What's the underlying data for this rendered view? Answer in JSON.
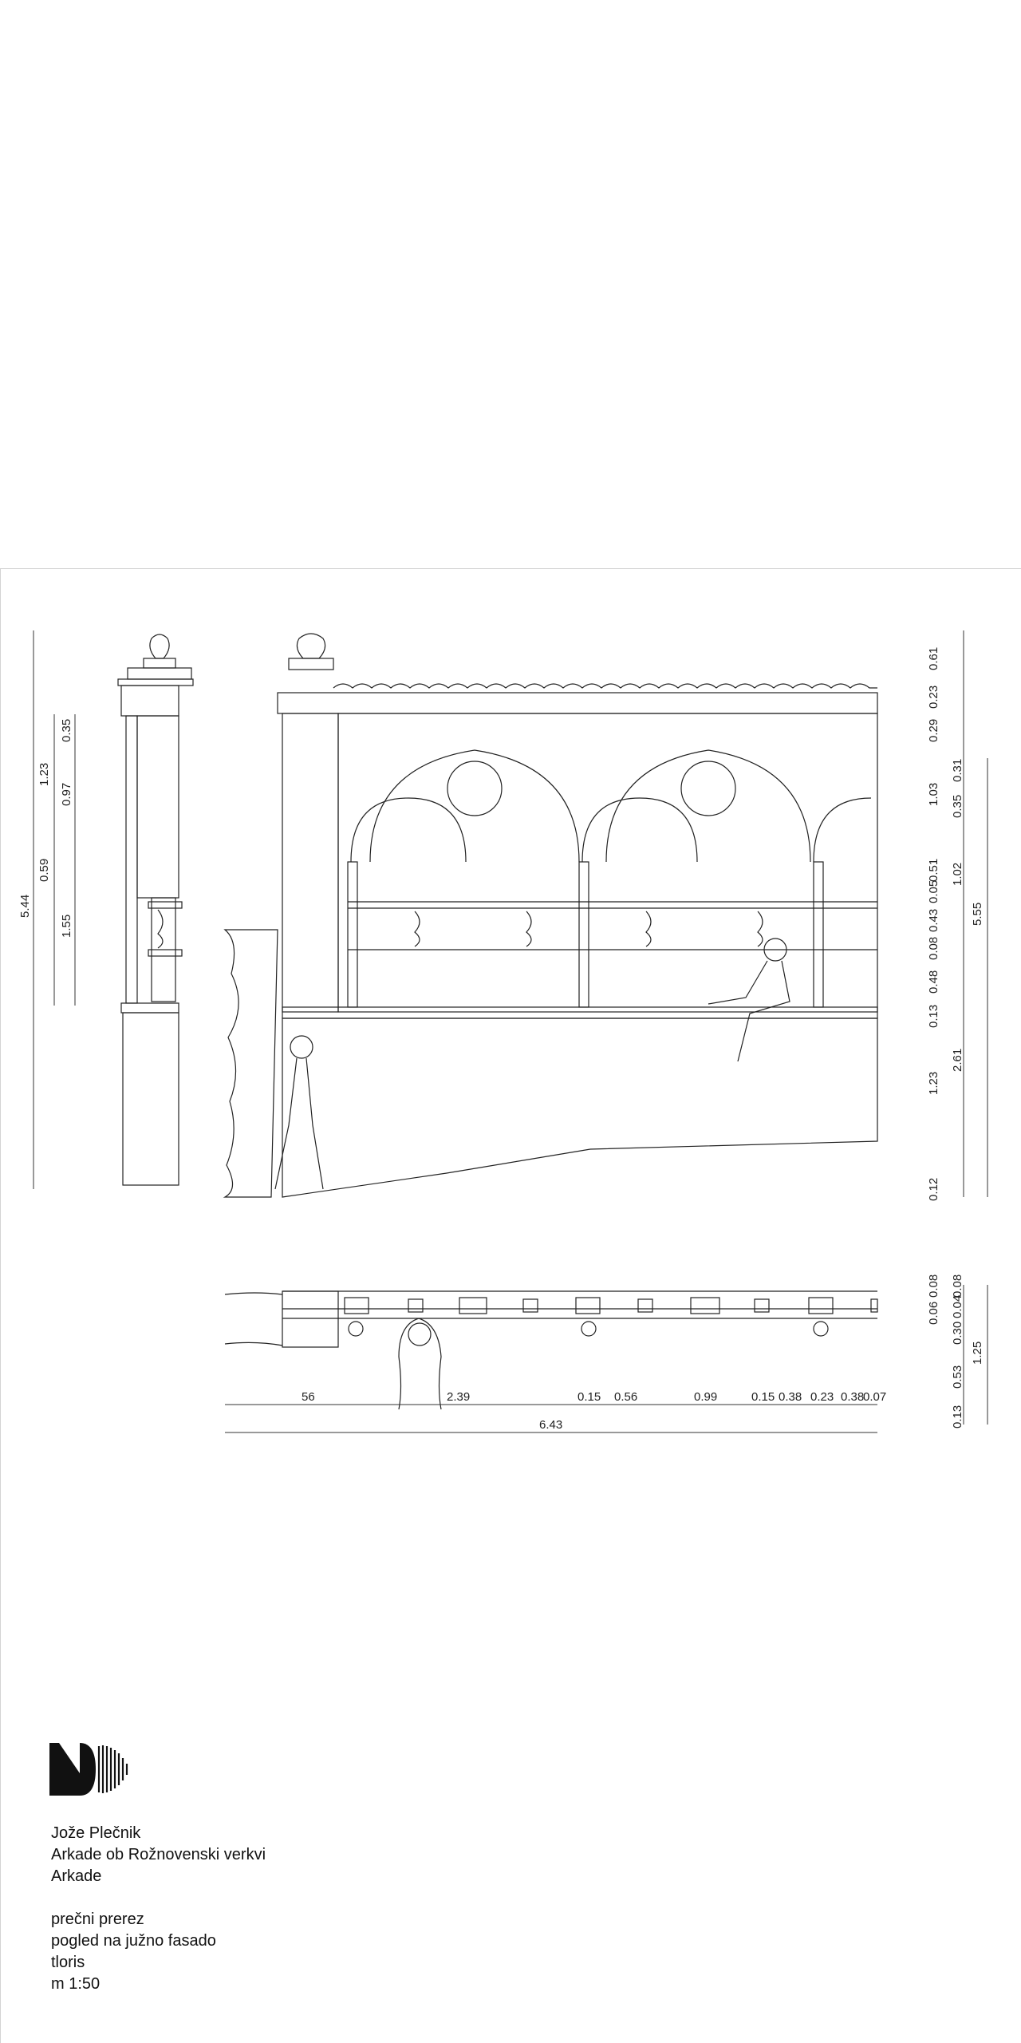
{
  "credits": {
    "architect": "Jože Plečnik",
    "project": "Arkade ob Rožnovenski verkvi",
    "subject": "Arkade"
  },
  "sheet_contents": [
    "prečni prerez",
    "pogled na južno fasado",
    "tloris",
    "m 1:50"
  ],
  "dimensions": {
    "section_overall": "5.44",
    "section_inner": [
      "0.35",
      "0.97",
      "1.23",
      "0.59",
      "1.55"
    ],
    "elevation_right_outer": [
      "0.61",
      "0.29",
      "0.23",
      "1.03",
      "0.51",
      "0.05",
      "0.43",
      "0.08",
      "0.48",
      "0.13",
      "1.23",
      "0.12"
    ],
    "elevation_right_mid": [
      "0.31",
      "0.35",
      "1.02",
      "5.55",
      "2.61"
    ],
    "plan_bottom": [
      "56",
      "2.39",
      "0.15",
      "0.56",
      "0.99",
      "0.15",
      "0.38",
      "0.23",
      "0.38",
      "0.07"
    ],
    "plan_overall": "6.43",
    "plan_right": [
      "0.06",
      "0.08",
      "0.30",
      "0.04",
      "0.08",
      "0.13",
      "0.53",
      "1.25"
    ]
  },
  "colors": {
    "line": "#222222",
    "sheet_border": "#d4d4d4",
    "logo": "#111111"
  }
}
